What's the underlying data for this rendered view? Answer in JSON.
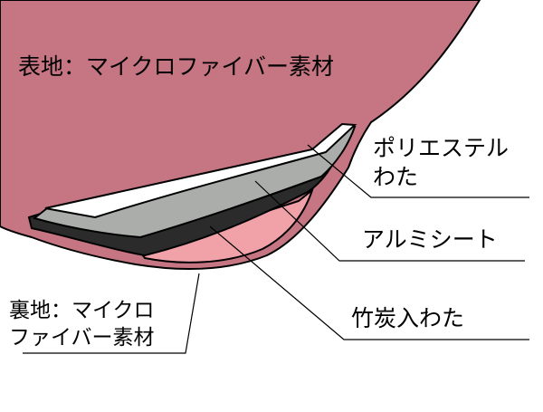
{
  "labels": {
    "outer_fabric": "表地：マイクロファイバー素材",
    "polyester_line1": "ポリエステル",
    "polyester_line2": "わた",
    "aluminum": "アルミシート",
    "charcoal": "竹炭入わた",
    "lining_line1": "裏地：マイクロ",
    "lining_line2": "ファイバー素材"
  },
  "colors": {
    "outer_fabric": "#c67582",
    "polyester": "#ffffff",
    "aluminum": "#aaadaa",
    "charcoal": "#2b2b2b",
    "lining": "#f0a2a8",
    "outline": "#000000"
  }
}
